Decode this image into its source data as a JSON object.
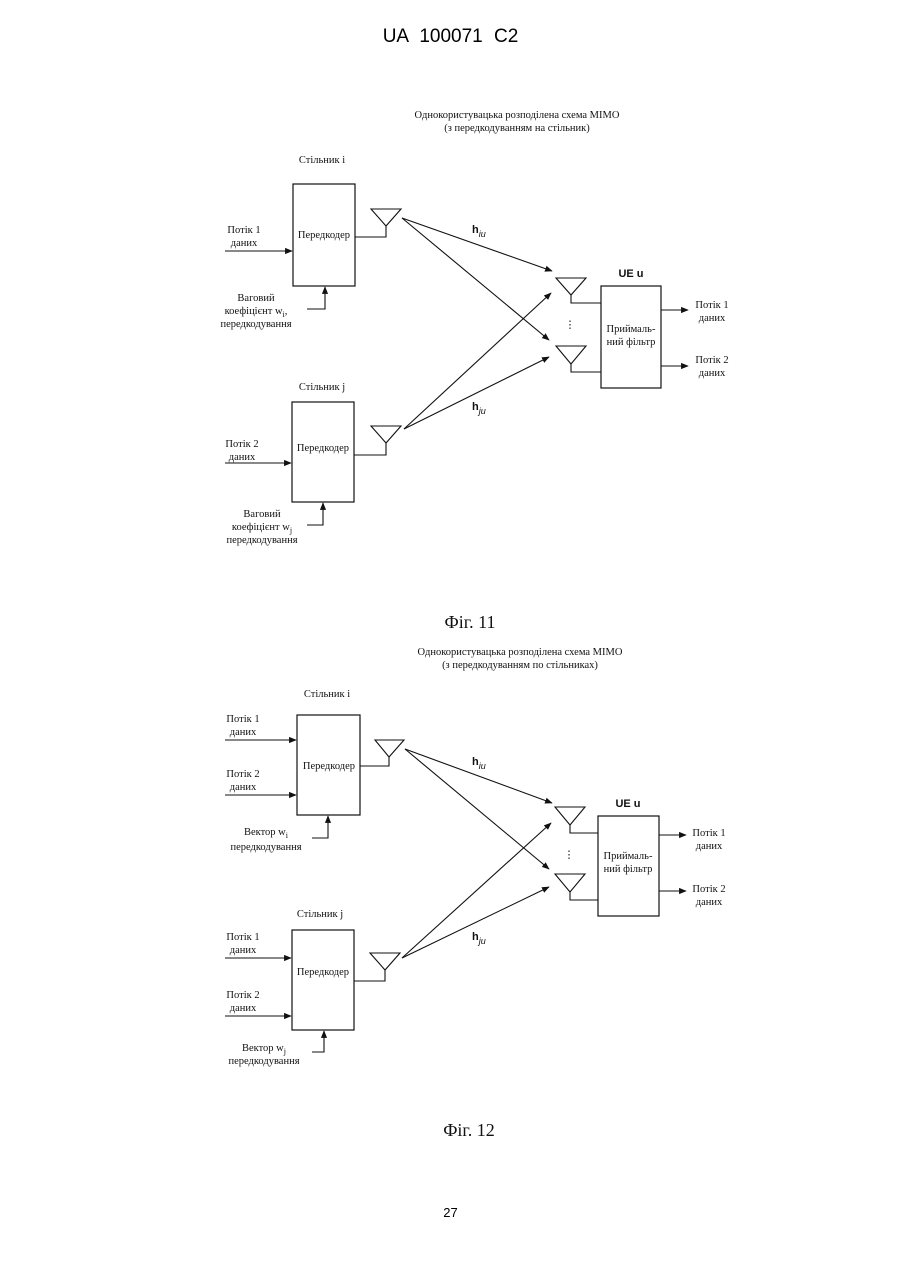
{
  "header": {
    "text": "UA   100071   C2"
  },
  "page_number": "27",
  "fig11": {
    "title_line1": "Однокористувацька розподілена схема MIMO",
    "title_line2": "(з передкодуванням на стільник)",
    "cell_i_label": "Стільник i",
    "cell_j_label": "Стільник j",
    "precoder_label": "Передкодер",
    "stream1_line1": "Потік 1",
    "stream1_line2": "даних",
    "stream2_line1": "Потік 2",
    "stream2_line2": "даних",
    "weight_i_line1": "Ваговий",
    "weight_i_line2": "коефіцієнт w",
    "weight_i_sub": "i",
    "weight_i_line3": "передкодування",
    "weight_j_line1": "Ваговий",
    "weight_j_line2": "коефіцієнт w",
    "weight_j_sub": "j",
    "weight_j_line3": "передкодування",
    "h_iu": "h",
    "h_iu_sub": "iu",
    "h_ju": "h",
    "h_ju_sub": "ju",
    "ue_label": "UE u",
    "receiver_line1": "Приймаль-",
    "receiver_line2": "ний фільтр",
    "out1_line1": "Потік 1",
    "out1_line2": "даних",
    "out2_line1": "Потік 2",
    "out2_line2": "даних",
    "dots": "⋮",
    "caption": "Фіг. 11"
  },
  "fig12": {
    "title_line1": "Однокористувацька розподілена схема MIMO",
    "title_line2": "(з передкодуванням по стільниках)",
    "cell_i_label": "Стільник i",
    "cell_j_label": "Стільник j",
    "precoder_label": "Передкодер",
    "i_stream1_line1": "Потік 1",
    "i_stream1_line2": "даних",
    "i_stream2_line1": "Потік 2",
    "i_stream2_line2": "даних",
    "j_stream1_line1": "Потік 1",
    "j_stream1_line2": "даних",
    "j_stream2_line1": "Потік 2",
    "j_stream2_line2": "даних",
    "vector_i_line1": "Вектор w",
    "vector_i_sub": "i",
    "vector_i_line2": "передкодування",
    "vector_j_line1": "Вектор w",
    "vector_j_sub": "j",
    "vector_j_line2": "передкодування",
    "h_iu": "h",
    "h_iu_sub": "iu",
    "h_ju": "h",
    "h_ju_sub": "ju",
    "ue_label": "UE u",
    "receiver_line1": "Приймаль-",
    "receiver_line2": "ний фільтр",
    "out1_line1": "Потік 1",
    "out1_line2": "даних",
    "out2_line1": "Потік 2",
    "out2_line2": "даних",
    "dots": "⋮",
    "caption": "Фіг. 12"
  }
}
